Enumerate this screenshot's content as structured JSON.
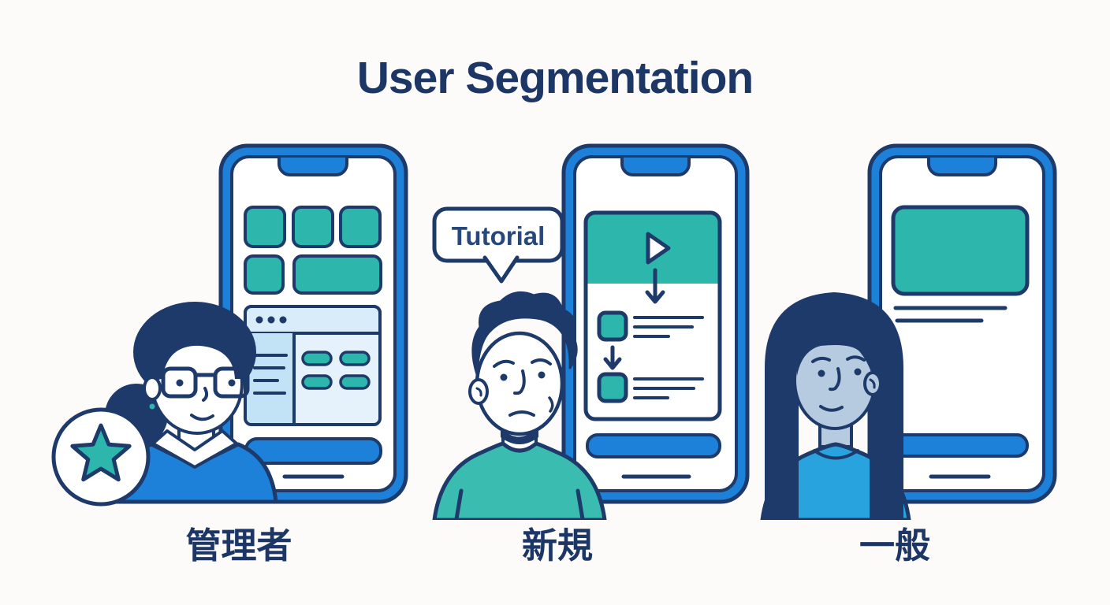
{
  "title": "User Segmentation",
  "segments": [
    {
      "id": "admin",
      "label": "管理者"
    },
    {
      "id": "new",
      "label": "新規",
      "bubble": "Tutorial"
    },
    {
      "id": "general",
      "label": "一般"
    }
  ],
  "icons": [
    "star-icon",
    "play-icon",
    "arrow-down-icon",
    "phone-notch",
    "home-indicator",
    "window-traffic-dots",
    "speech-bubble"
  ],
  "colors": {
    "navy": "#1d3a6b",
    "navy_text": "#1c3665",
    "blue": "#1e81d9",
    "teal": "#2db6ac",
    "teal_shirt": "#3abcb1",
    "sky_header": "#d8ecfa",
    "sky_side": "#c2e2f6",
    "sky_main": "#e6f2fb",
    "skin_blue": "#b6cbdf",
    "shirt_cyan": "#29a3dd",
    "bg": "#fcfbf9"
  }
}
